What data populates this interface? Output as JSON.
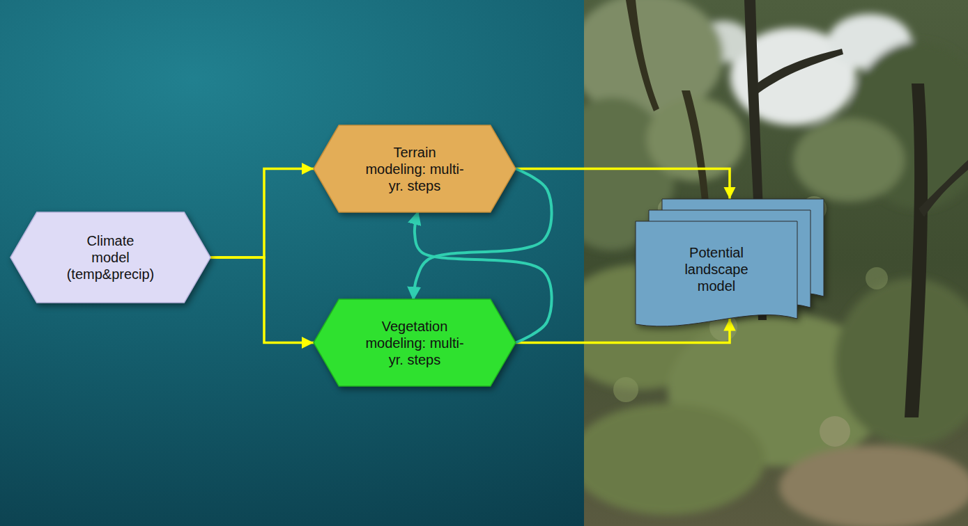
{
  "diagram": {
    "nodes": [
      {
        "text": [
          "Climate model (temp&precip)"
        ]
      },
      {
        "text": [
          "Terrain modeling: multi-yr. steps"
        ]
      },
      {
        "text": [
          "Vegetation modeling: multi-yr. steps"
        ]
      },
      {
        "text": [
          "Potential landscape model"
        ]
      }
    ],
    "edges": [
      {
        "from": 0,
        "to": 1,
        "arrow": "to"
      },
      {
        "from": 0,
        "to": 2,
        "arrow": "to"
      },
      {
        "from": 1,
        "to": 3,
        "arrow": "to"
      },
      {
        "from": 2,
        "to": 3,
        "arrow": "to"
      },
      {
        "from": 1,
        "to": 2,
        "arrow": "to"
      },
      {
        "from": 2,
        "to": 1,
        "arrow": "to"
      }
    ]
  }
}
